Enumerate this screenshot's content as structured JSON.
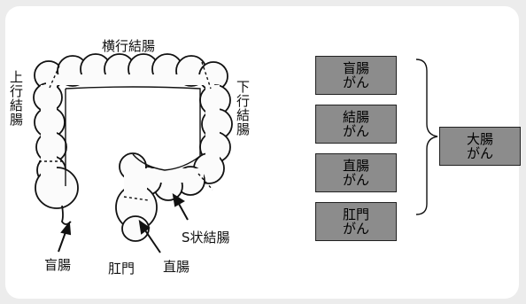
{
  "labels": {
    "transverse": "横行結腸",
    "ascending": "上行結腸",
    "descending": "下行結腸",
    "sigmoid": "S状結腸",
    "cecum": "盲腸",
    "anus": "肛門",
    "rectum": "直腸"
  },
  "cancer_types": [
    "盲腸\nがん",
    "結腸\nがん",
    "直腸\nがん",
    "肛門\nがん"
  ],
  "umbrella": "大腸\nがん"
}
